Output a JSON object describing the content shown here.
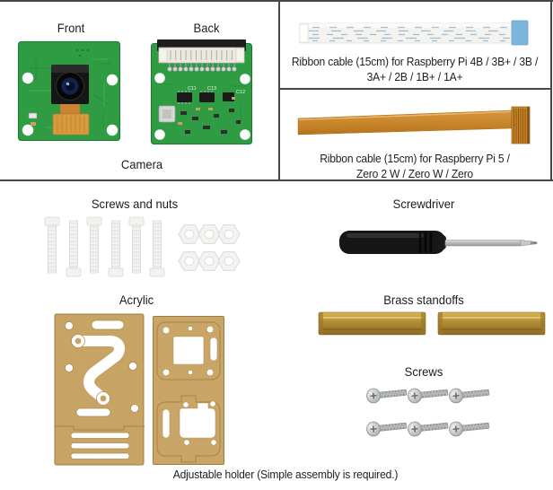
{
  "colors": {
    "pcb_green": "#2f9b43",
    "acrylic_tan": "#c7a364",
    "brass": "#b8913a",
    "flex_cable_orange": "#cf8c33",
    "ribbon_blue_tab": "#7cb6da",
    "divider_gray": "#474747",
    "text": "#1c1c1c"
  },
  "camera_panel": {
    "front_label": "Front",
    "back_label": "Back",
    "caption": "Camera",
    "back_silkscreen": [
      "C11",
      "C13",
      "C12"
    ]
  },
  "cable_panels": [
    {
      "lines": [
        "Ribbon cable (15cm) for Raspberry Pi 4B / 3B+ / 3B /",
        "3A+ / 2B / 1B+ / 1A+"
      ]
    },
    {
      "lines": [
        "Ribbon cable (15cm) for Raspberry Pi 5 /",
        "Zero 2 W / Zero W / Zero"
      ]
    }
  ],
  "kit_panel": {
    "screws_and_nuts_label": "Screws and nuts",
    "screwdriver_label": "Screwdriver",
    "acrylic_label": "Acrylic",
    "brass_standoffs_label": "Brass standoffs",
    "screws_label": "Screws",
    "holder_caption": "Adjustable holder (Simple assembly is required.)"
  }
}
